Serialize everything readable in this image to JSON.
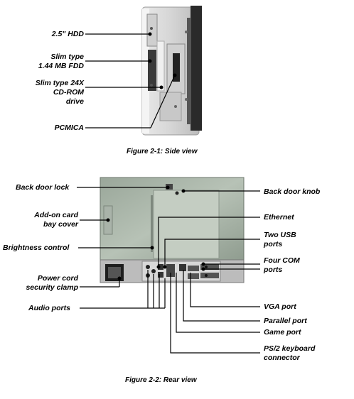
{
  "figure1": {
    "caption": "Figure 2-1: Side view",
    "labels": {
      "hdd": "2.5\" HDD",
      "fdd_line1": "Slim type",
      "fdd_line2": "1.44 MB FDD",
      "cdrom_line1": "Slim type 24X",
      "cdrom_line2": "CD-ROM",
      "cdrom_line3": "drive",
      "pcmcia": "PCMICA"
    }
  },
  "figure2": {
    "caption": "Figure 2-2: Rear view",
    "labels": {
      "back_door_lock": "Back door lock",
      "back_door_knob": "Back door knob",
      "addon_line1": "Add-on card",
      "addon_line2": "bay cover",
      "ethernet": "Ethernet",
      "brightness": "Brightness control",
      "usb_line1": "Two USB",
      "usb_line2": "ports",
      "com_line1": "Four COM",
      "com_line2": "ports",
      "power_line1": "Power cord",
      "power_line2": "security clamp",
      "audio": "Audio ports",
      "vga": "VGA port",
      "parallel": "Parallel port",
      "game": "Game port",
      "ps2_line1": "PS/2 keyboard",
      "ps2_line2": "connector"
    }
  }
}
